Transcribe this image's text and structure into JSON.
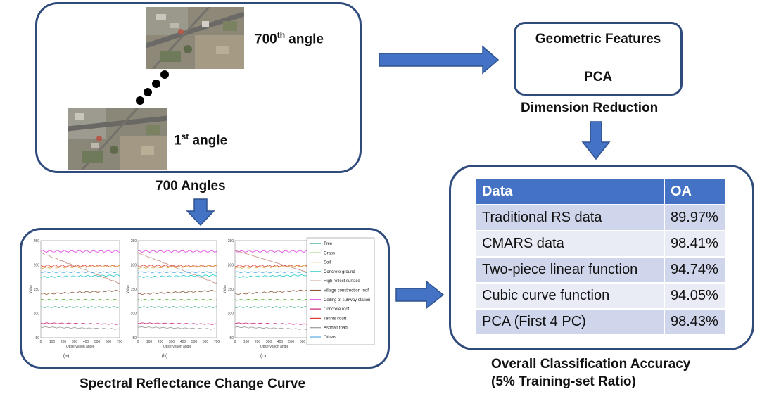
{
  "angles_panel": {
    "top_label": "700",
    "top_sup": "th",
    "top_suffix": " angle",
    "bottom_label": "1",
    "bottom_sup": "st",
    "bottom_suffix": " angle",
    "caption": "700 Angles"
  },
  "dimension_reduction": {
    "line1": "Geometric Features",
    "line2": "PCA",
    "caption": "Dimension Reduction"
  },
  "spectral_panel": {
    "caption": "Spectral Reflectance Change Curve",
    "subplot_labels": [
      "(a)",
      "(b)",
      "(c)"
    ],
    "y_axis_label": "Value",
    "x_axis_label": "Observation angle",
    "y_ticks": [
      "250",
      "200",
      "150",
      "100",
      "50"
    ],
    "x_ticks": [
      "0",
      "100",
      "200",
      "300",
      "400",
      "500",
      "600",
      "700"
    ],
    "legend": [
      {
        "name": "Tree",
        "color": "#1f9e89"
      },
      {
        "name": "Grass",
        "color": "#4dac26"
      },
      {
        "name": "Soil",
        "color": "#d9a93a"
      },
      {
        "name": "Concrete ground",
        "color": "#1fc7c7"
      },
      {
        "name": "High reflect surface",
        "color": "#c08a7a"
      },
      {
        "name": "Village construction roof",
        "color": "#8c5a3c"
      },
      {
        "name": "Ceiling of subway station",
        "color": "#e040e0"
      },
      {
        "name": "Concrete roof",
        "color": "#c71f7a"
      },
      {
        "name": "Tennis court",
        "color": "#e03a3a"
      },
      {
        "name": "Asphalt road",
        "color": "#999999"
      },
      {
        "name": "Others",
        "color": "#5aaee8"
      }
    ]
  },
  "accuracy": {
    "caption_line1": "Overall Classification Accuracy",
    "caption_line2": "(5% Training-set Ratio)",
    "headers": [
      "Data",
      "OA"
    ],
    "rows": [
      [
        "Traditional RS data",
        "89.97%"
      ],
      [
        "CMARS data",
        "98.41%"
      ],
      [
        "Two-piece linear function",
        "94.74%"
      ],
      [
        "Cubic curve function",
        "94.05%"
      ],
      [
        "PCA (First 4 PC)",
        "98.43%"
      ]
    ]
  },
  "colors": {
    "box_border": "#2f4b7c",
    "arrow": "#4472c4",
    "table_header": "#4472c4",
    "table_row_dark": "#cfd5ea",
    "table_row_light": "#e9ebf5"
  }
}
